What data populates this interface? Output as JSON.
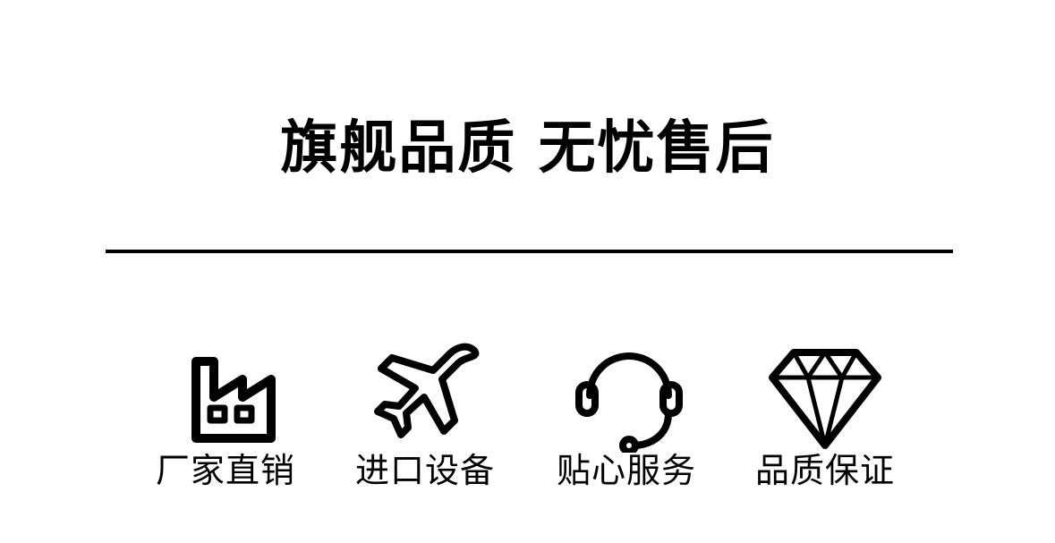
{
  "headline": "旗舰品质 无忧售后",
  "colors": {
    "background": "#ffffff",
    "foreground": "#000000"
  },
  "features": [
    {
      "label": "厂家直销",
      "icon": "factory-icon"
    },
    {
      "label": "进口设备",
      "icon": "airplane-icon"
    },
    {
      "label": "贴心服务",
      "icon": "headset-icon"
    },
    {
      "label": "品质保证",
      "icon": "diamond-icon"
    }
  ]
}
